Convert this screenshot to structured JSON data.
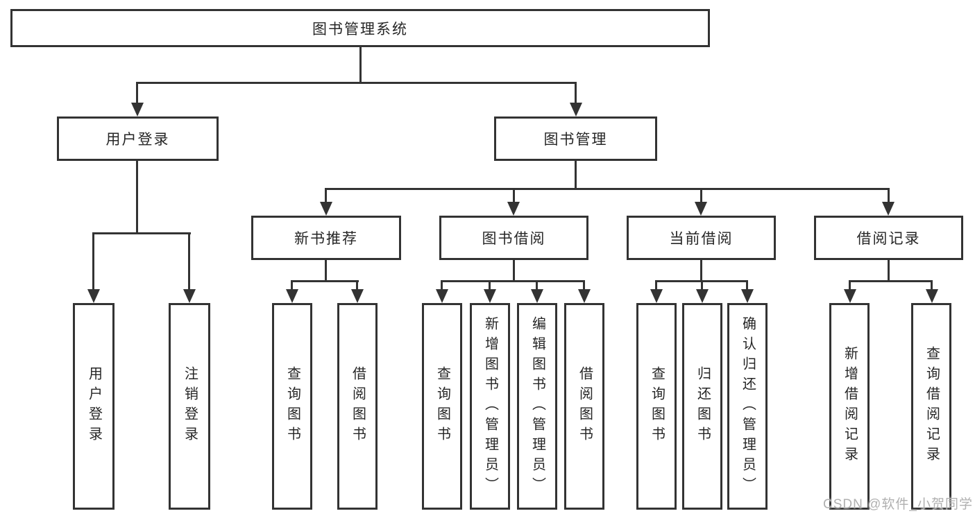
{
  "diagram": {
    "title": "图书管理系统",
    "level2": [
      {
        "label": "用户登录"
      },
      {
        "label": "图书管理"
      }
    ],
    "level3": [
      {
        "label": "新书推荐"
      },
      {
        "label": "图书借阅"
      },
      {
        "label": "当前借阅"
      },
      {
        "label": "借阅记录"
      }
    ],
    "leaves": {
      "user_login": [
        {
          "label": "用户登录"
        },
        {
          "label": "注销登录"
        }
      ],
      "new_books": [
        {
          "label": "查询图书"
        },
        {
          "label": "借阅图书"
        }
      ],
      "book_borrowing": [
        {
          "label": "查询图书"
        },
        {
          "label": "新增图书（管理员）"
        },
        {
          "label": "编辑图书（管理员）"
        },
        {
          "label": "借阅图书"
        }
      ],
      "current_borrowing": [
        {
          "label": "查询图书"
        },
        {
          "label": "归还图书"
        },
        {
          "label": "确认归还（管理员）"
        }
      ],
      "borrowing_records": [
        {
          "label": "新增借阅记录"
        },
        {
          "label": "查询借阅记录"
        }
      ]
    },
    "watermark": "CSDN @软件_小贺同学",
    "colors": {
      "line": "#333333",
      "box_border": "#333333",
      "text": "#262626",
      "watermark": "#b0b0b0",
      "background": "#ffffff"
    }
  }
}
